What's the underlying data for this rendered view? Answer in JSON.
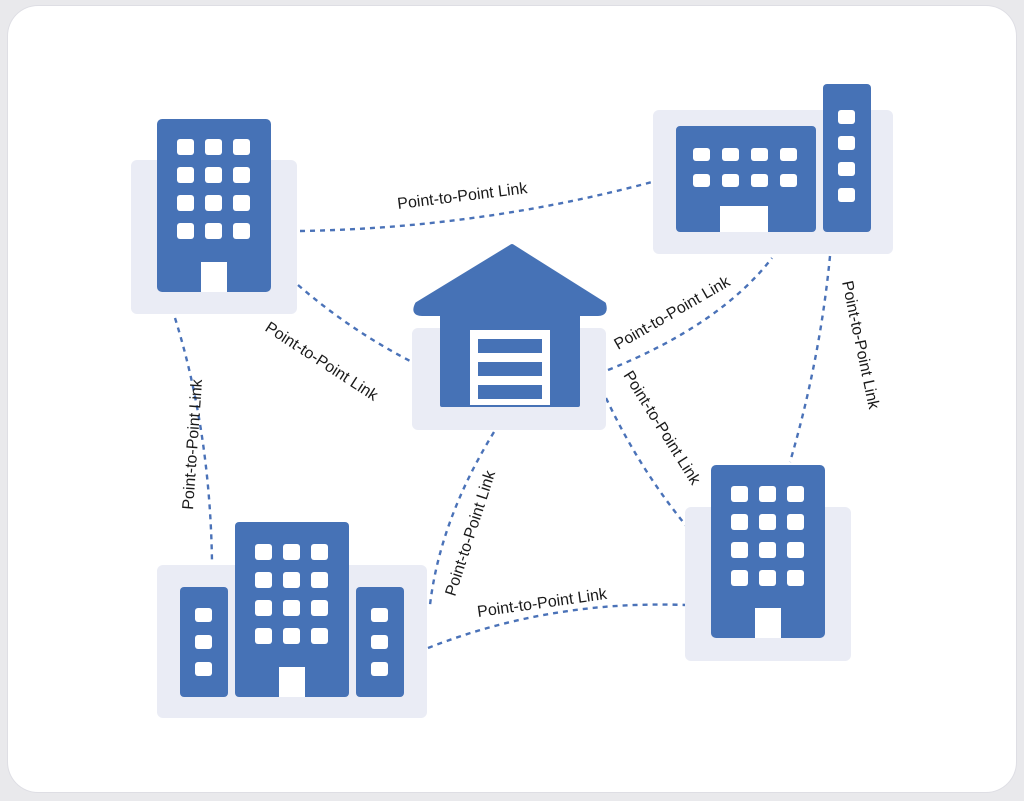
{
  "links": [
    {
      "id": "link-hq-warehouse",
      "label": "Point-to-Point Link"
    },
    {
      "id": "link-hq-factory",
      "label": "Point-to-Point Link"
    },
    {
      "id": "link-hq-campus",
      "label": "Point-to-Point Link"
    },
    {
      "id": "link-warehouse-factory",
      "label": "Point-to-Point Link"
    },
    {
      "id": "link-factory-tower",
      "label": "Point-to-Point Link"
    },
    {
      "id": "link-warehouse-tower",
      "label": "Point-to-Point Link"
    },
    {
      "id": "link-warehouse-campus",
      "label": "Point-to-Point Link"
    },
    {
      "id": "link-campus-tower",
      "label": "Point-to-Point Link"
    }
  ],
  "nodes": [
    {
      "id": "office-building-topleft",
      "icon": "office-building-icon"
    },
    {
      "id": "factory-topright",
      "icon": "factory-icon"
    },
    {
      "id": "warehouse-center",
      "icon": "warehouse-icon"
    },
    {
      "id": "office-campus-bottomleft",
      "icon": "office-campus-icon"
    },
    {
      "id": "office-building-bottomright",
      "icon": "office-building-icon"
    }
  ],
  "colors": {
    "building": "#4672b6",
    "tile": "#eaecf5",
    "window": "#ffffff",
    "link": "#4a72b8",
    "card": "#ffffff"
  }
}
